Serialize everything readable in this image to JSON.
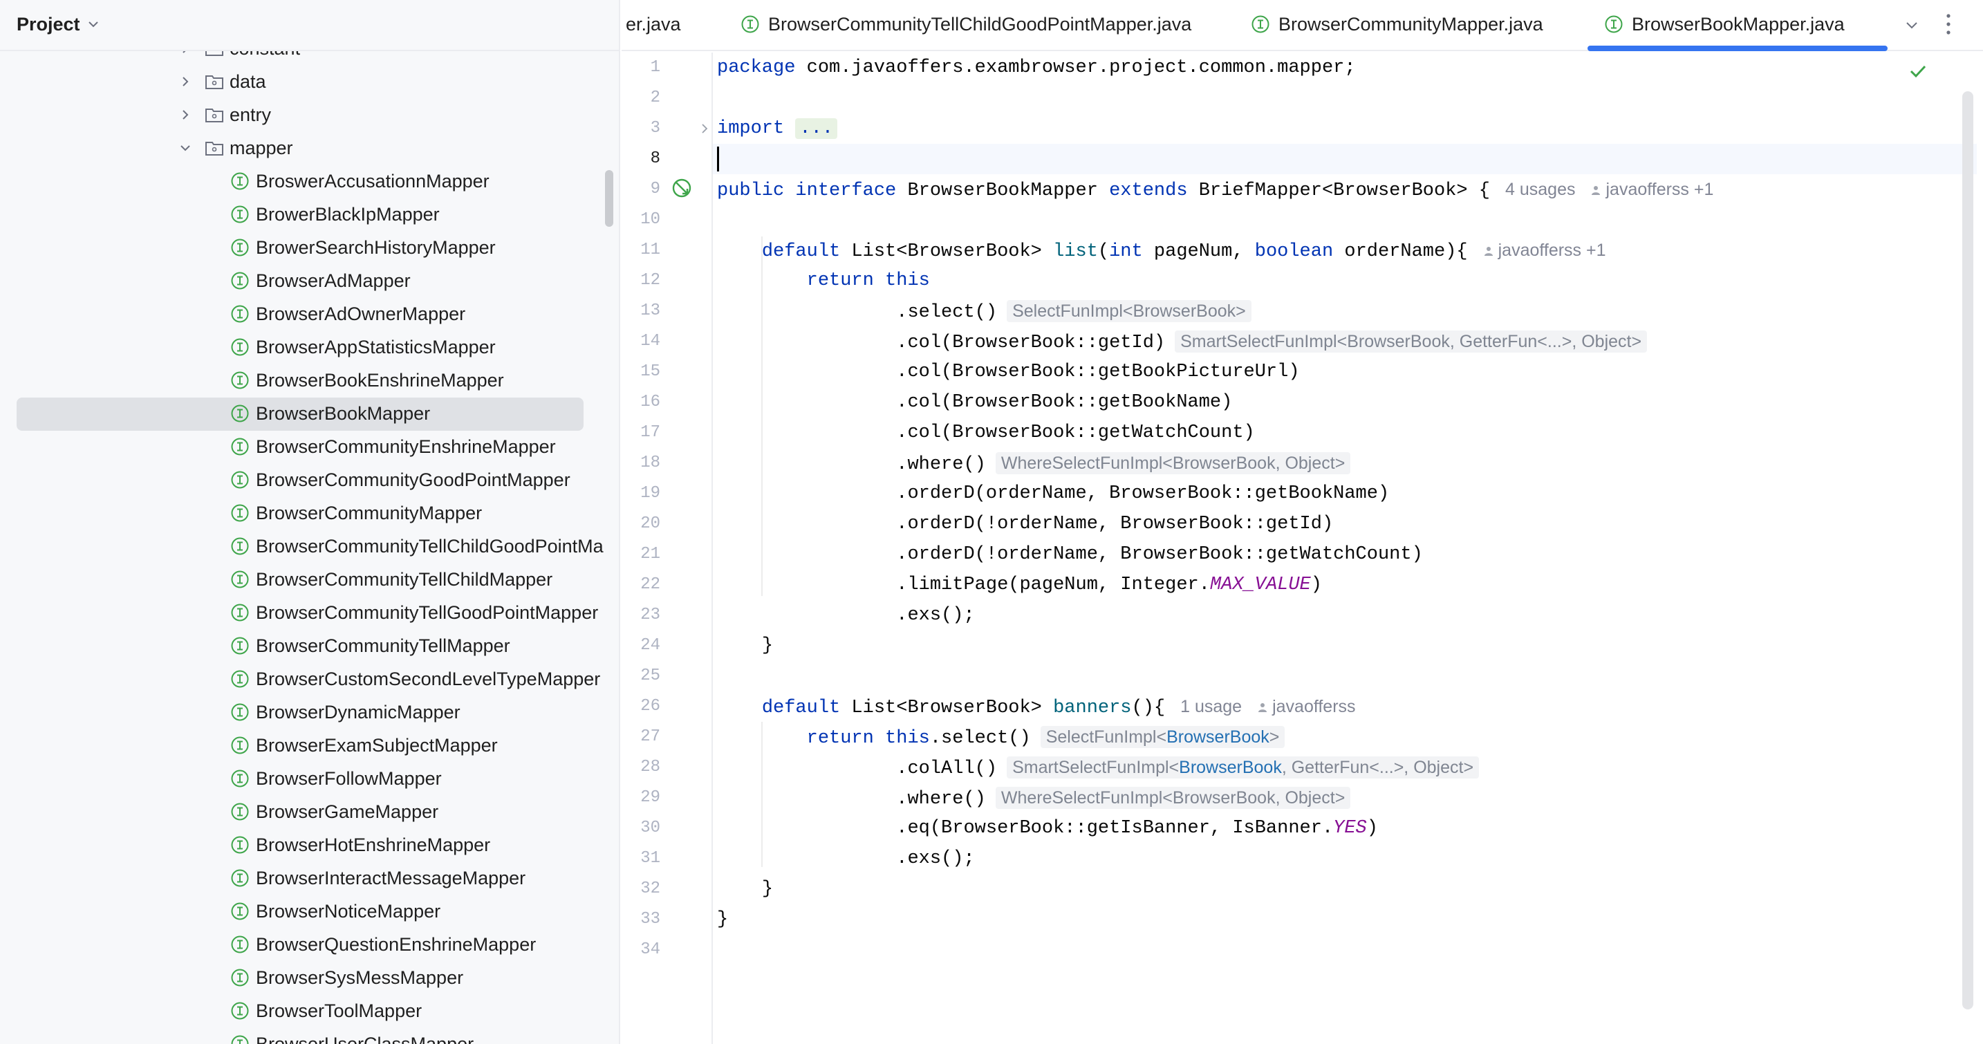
{
  "project": {
    "title": "Project",
    "folders": [
      {
        "label": "constant",
        "state": "collapsed",
        "partial": true
      },
      {
        "label": "data",
        "state": "collapsed"
      },
      {
        "label": "entry",
        "state": "collapsed"
      },
      {
        "label": "mapper",
        "state": "expanded"
      }
    ],
    "files": [
      "BroswerAccusationnMapper",
      "BrowerBlackIpMapper",
      "BrowerSearchHistoryMapper",
      "BrowserAdMapper",
      "BrowserAdOwnerMapper",
      "BrowserAppStatisticsMapper",
      "BrowserBookEnshrineMapper",
      "BrowserBookMapper",
      "BrowserCommunityEnshrineMapper",
      "BrowserCommunityGoodPointMapper",
      "BrowserCommunityMapper",
      "BrowserCommunityTellChildGoodPointMa",
      "BrowserCommunityTellChildMapper",
      "BrowserCommunityTellGoodPointMapper",
      "BrowserCommunityTellMapper",
      "BrowserCustomSecondLevelTypeMapper",
      "BrowserDynamicMapper",
      "BrowserExamSubjectMapper",
      "BrowserFollowMapper",
      "BrowserGameMapper",
      "BrowserHotEnshrineMapper",
      "BrowserInteractMessageMapper",
      "BrowserNoticeMapper",
      "BrowserQuestionEnshrineMapper",
      "BrowserSysMessMapper",
      "BrowserToolMapper",
      "BrowserUserClassMapper"
    ],
    "selected_file": "BrowserBookMapper"
  },
  "tabs": [
    {
      "label": "er.java",
      "active": false,
      "icon": "none"
    },
    {
      "label": "BrowserCommunityTellChildGoodPointMapper.java",
      "active": false,
      "icon": "interface-icon"
    },
    {
      "label": "BrowserCommunityMapper.java",
      "active": false,
      "icon": "interface-icon"
    },
    {
      "label": "BrowserBookMapper.java",
      "active": true,
      "icon": "interface-icon"
    }
  ],
  "editor": {
    "line_numbers": [
      "1",
      "2",
      "3",
      "8",
      "9",
      "10",
      "11",
      "12",
      "13",
      "14",
      "15",
      "16",
      "17",
      "18",
      "19",
      "20",
      "21",
      "22",
      "23",
      "24",
      "25",
      "26",
      "27",
      "28",
      "29",
      "30",
      "31",
      "32",
      "33",
      "34"
    ],
    "current_line": "8",
    "code": {
      "l1_kw": "package",
      "l1_rest": " com.javaoffers.exambrowser.project.common.mapper;",
      "l3_kw": "import",
      "l3_folded": "...",
      "l9_kw1": "public",
      "l9_kw2": "interface",
      "l9_name": " BrowserBookMapper ",
      "l9_kw3": "extends",
      "l9_rest": " BriefMapper<BrowserBook> {",
      "l9_usages": "4 usages",
      "l9_author": "javaofferss +1",
      "l11_kw1": "default",
      "l11_type": " List<BrowserBook> ",
      "l11_fn": "list",
      "l11_p1": "(",
      "l11_kw2": "int",
      "l11_p2": " pageNum, ",
      "l11_kw3": "boolean",
      "l11_p3": " orderName){",
      "l11_author": "javaofferss +1",
      "l12_kw1": "return",
      "l12_kw2": "this",
      "l13_code": ".select()",
      "l13_hint": "SelectFunImpl<BrowserBook>",
      "l14_code": ".col(BrowserBook::getId)",
      "l14_hint": "SmartSelectFunImpl<BrowserBook, GetterFun<...>, Object>",
      "l15_code": ".col(BrowserBook::getBookPictureUrl)",
      "l16_code": ".col(BrowserBook::getBookName)",
      "l17_code": ".col(BrowserBook::getWatchCount)",
      "l18_code": ".where()",
      "l18_hint": "WhereSelectFunImpl<BrowserBook, Object>",
      "l19_code": ".orderD(orderName, BrowserBook::getBookName)",
      "l20_code": ".orderD(!orderName, BrowserBook::getId)",
      "l21_code": ".orderD(!orderName, BrowserBook::getWatchCount)",
      "l22_code": ".limitPage(pageNum, Integer.",
      "l22_const": "MAX_VALUE",
      "l22_end": ")",
      "l23_code": ".exs();",
      "l24_code": "}",
      "l26_kw1": "default",
      "l26_type": " List<BrowserBook> ",
      "l26_fn": "banners",
      "l26_rest": "(){",
      "l26_usages": "1 usage",
      "l26_author": "javaofferss",
      "l27_kw1": "return",
      "l27_kw2": "this",
      "l27_code": ".select()",
      "l27_hint_pre": "SelectFunImpl<",
      "l27_hint_type": "BrowserBook",
      "l27_hint_post": ">",
      "l28_code": ".colAll()",
      "l28_hint_pre": "SmartSelectFunImpl<",
      "l28_hint_type": "BrowserBook",
      "l28_hint_post": ", GetterFun<...>, Object>",
      "l29_code": ".where()",
      "l29_hint": "WhereSelectFunImpl<BrowserBook, Object>",
      "l30_code": ".eq(BrowserBook::getIsBanner, IsBanner.",
      "l30_const": "YES",
      "l30_end": ")",
      "l31_code": ".exs();",
      "l32_code": "}",
      "l33_code": "}"
    }
  },
  "colors": {
    "keyword": "#0033b3",
    "method_declaration": "#00627a",
    "static_constant": "#871094",
    "interface_icon": "#3ea54a",
    "active_tab_underline": "#3574f0",
    "selected_row": "#dfe1e5",
    "inspection_ok": "#3ea54a"
  },
  "icons": {
    "project_dropdown": "chevron-down-icon",
    "folder": "folder-icon",
    "interface": "interface-icon",
    "tabs_dropdown": "chevron-down-icon",
    "tabs_more": "more-vertical-icon",
    "inspection": "check-icon",
    "gutter_implemented": "implemented-icon",
    "author": "user-icon"
  }
}
